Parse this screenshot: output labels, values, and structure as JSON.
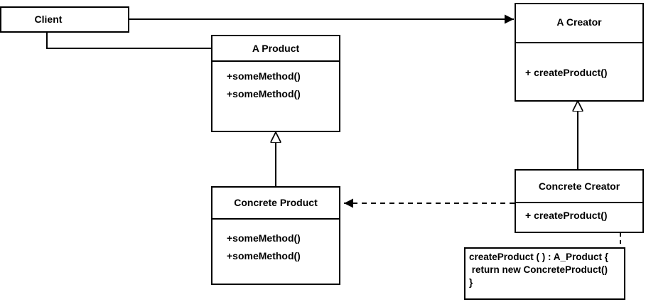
{
  "classes": {
    "client": {
      "name": "Client"
    },
    "product": {
      "name": "A Product",
      "methods": [
        "+someMethod()",
        "+someMethod()"
      ]
    },
    "concrete_product": {
      "name": "Concrete Product",
      "methods": [
        "+someMethod()",
        "+someMethod()"
      ]
    },
    "creator": {
      "name": "A Creator",
      "methods": [
        "+ createProduct()"
      ]
    },
    "concrete_creator": {
      "name": "Concrete Creator",
      "methods": [
        "+ createProduct()"
      ]
    }
  },
  "note": {
    "lines": [
      "createProduct ( ) : A_Product {",
      " return new ConcreteProduct()",
      "}"
    ]
  },
  "relations": [
    {
      "from": "Client",
      "to": "A Creator",
      "kind": "association"
    },
    {
      "from": "Client",
      "to": "A Product",
      "kind": "association"
    },
    {
      "from": "Concrete Product",
      "to": "A Product",
      "kind": "generalization"
    },
    {
      "from": "Concrete Creator",
      "to": "A Creator",
      "kind": "generalization"
    },
    {
      "from": "Concrete Creator",
      "to": "Concrete Product",
      "kind": "dependency"
    },
    {
      "from": "Concrete Creator",
      "to": "note",
      "kind": "note-anchor"
    }
  ],
  "colors": {
    "stroke": "#000000",
    "fill": "#ffffff"
  }
}
